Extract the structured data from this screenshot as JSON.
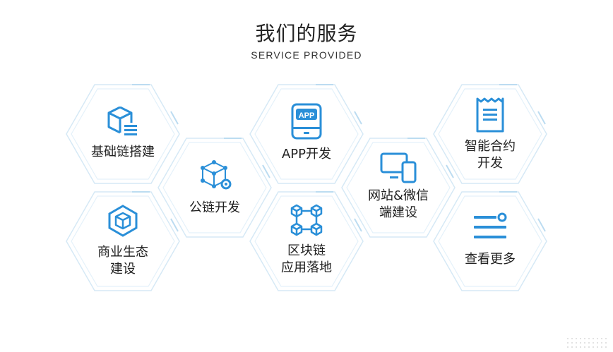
{
  "header": {
    "title": "我们的服务",
    "subtitle": "SERVICE PROVIDED"
  },
  "services": [
    {
      "label_line1": "基础链搭建",
      "label_line2": "",
      "icon": "cube-list-icon"
    },
    {
      "label_line1": "公链开发",
      "label_line2": "",
      "icon": "network-cube-gear-icon"
    },
    {
      "label_line1": "APP开发",
      "label_line2": "",
      "icon": "app-phone-icon"
    },
    {
      "label_line1": "网站&微信",
      "label_line2": "端建设",
      "icon": "monitor-phone-icon"
    },
    {
      "label_line1": "智能合约",
      "label_line2": "开发",
      "icon": "receipt-icon"
    },
    {
      "label_line1": "商业生态",
      "label_line2": "建设",
      "icon": "hexagon-cube-icon"
    },
    {
      "label_line1": "区块链",
      "label_line2": "应用落地",
      "icon": "linked-cubes-icon"
    },
    {
      "label_line1": "查看更多",
      "label_line2": "",
      "icon": "menu-lines-icon"
    }
  ],
  "colors": {
    "accent": "#2a8fd8",
    "hex_outline": "#cfe6f5",
    "title": "#222222"
  }
}
